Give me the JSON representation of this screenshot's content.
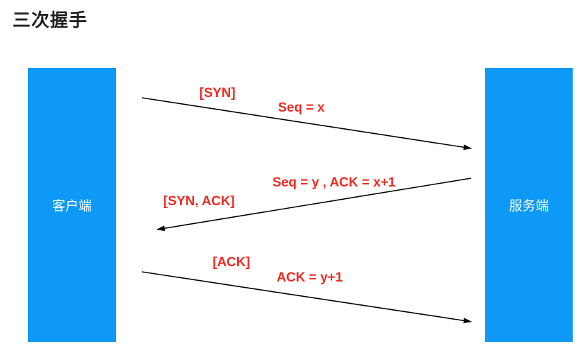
{
  "title": "三次握手",
  "colors": {
    "node_fill": "#0d99f5",
    "label_red": "#ee2b24",
    "arrow": "#000000"
  },
  "nodes": {
    "client": "客户端",
    "server": "服务端"
  },
  "messages": [
    {
      "flag": "[SYN]",
      "detail": "Seq = x",
      "direction": "client-to-server"
    },
    {
      "flag": "[SYN, ACK]",
      "detail": "Seq = y , ACK = x+1",
      "direction": "server-to-client"
    },
    {
      "flag": "[ACK]",
      "detail": "ACK = y+1",
      "direction": "client-to-server"
    }
  ]
}
